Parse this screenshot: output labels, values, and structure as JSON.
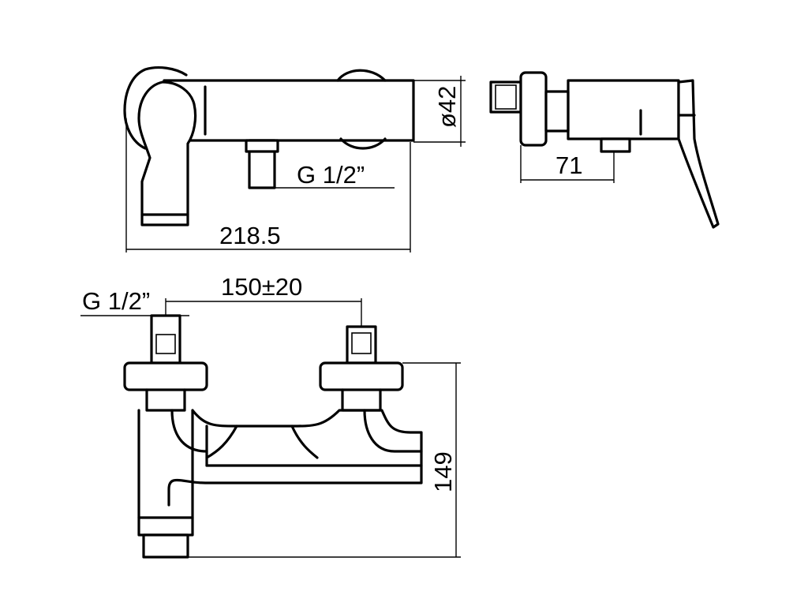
{
  "dimensions": {
    "overall_length": "218.5",
    "body_diameter": "ø42",
    "depth": "71",
    "inlet_thread_top": "G 1/2”",
    "inlet_thread_front": "G 1/2”",
    "inlet_spacing": "150±20",
    "height": "149"
  }
}
